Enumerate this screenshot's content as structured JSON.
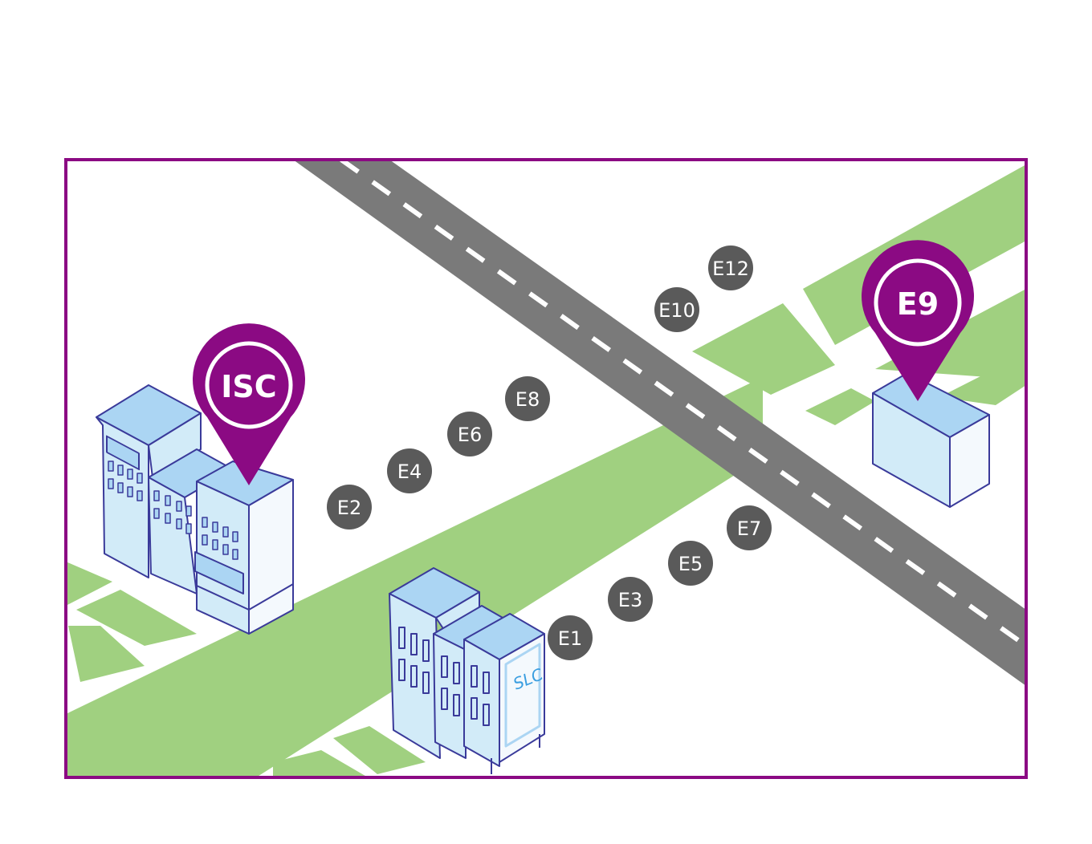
{
  "colors": {
    "frame": "#8b0a83",
    "pin": "#8b0a83",
    "road": "#7a7a7a",
    "grass": "#a0d080",
    "building_roof": "#abd5f3",
    "building_wall": "#d2ebf8",
    "building_outline": "#3a3a9a",
    "marker": "#5a5a5a"
  },
  "pins": {
    "isc": "ISC",
    "e9": "E9"
  },
  "buildings": {
    "slc_sign": "SLC"
  },
  "markers": [
    "E1",
    "E2",
    "E3",
    "E4",
    "E5",
    "E6",
    "E7",
    "E8",
    "E10",
    "E12"
  ]
}
